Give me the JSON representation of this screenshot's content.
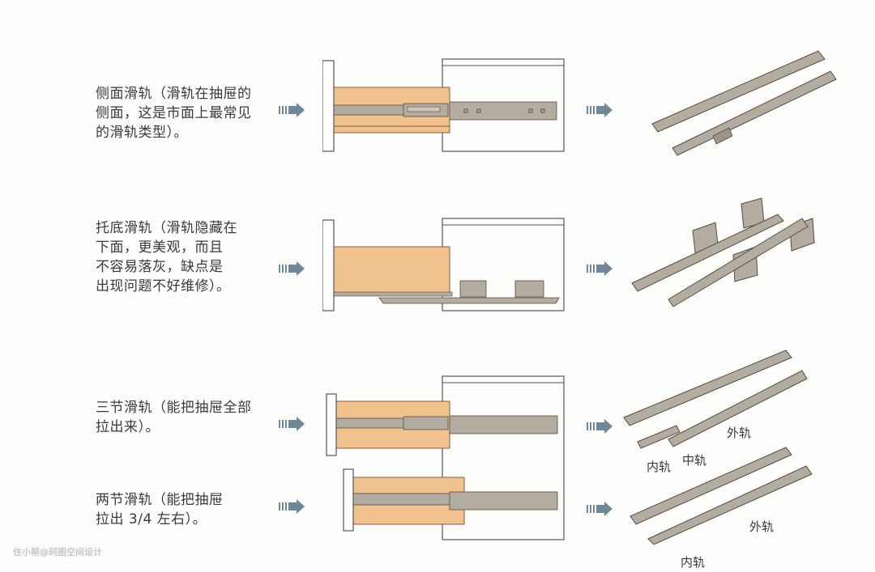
{
  "sections": [
    {
      "id": "side-mount",
      "lines": [
        "侧面滑轨（滑轨在抽屉的",
        "侧面，这是市面上最常见",
        "的滑轨类型）。"
      ]
    },
    {
      "id": "undermount",
      "lines": [
        "托底滑轨（滑轨隐藏在",
        "下面，更美观，而且",
        "不容易落灰，缺点是",
        "出现问题不好维修）。"
      ]
    },
    {
      "id": "three-section",
      "lines": [
        "三节滑轨（能把抽屉全部",
        "拉出来）。"
      ],
      "labels": {
        "outer": "外轨",
        "middle": "中轨",
        "inner": "内轨"
      }
    },
    {
      "id": "two-section",
      "lines": [
        "两节滑轨（能把抽屉",
        "拉出 3/4 左右）。"
      ],
      "labels": {
        "outer": "外轨",
        "inner": "内轨"
      }
    }
  ],
  "watermark": "住小帮@珂图空间设计",
  "icons": {
    "arrow": "striped-right-arrow"
  },
  "colors": {
    "drawer": "#f2c28e",
    "rail": "#b3aca1",
    "outline": "#5a4a3e",
    "arrow": "#6e8799"
  }
}
